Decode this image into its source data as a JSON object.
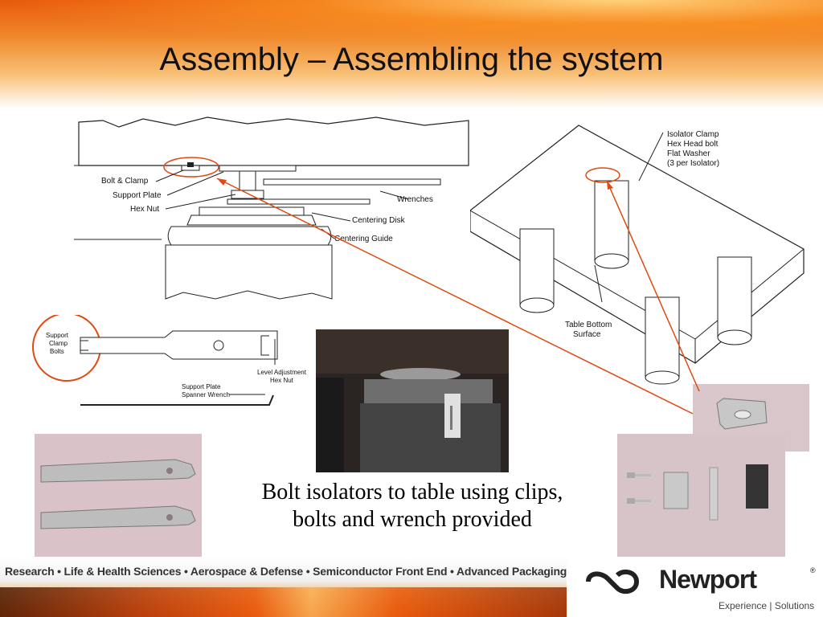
{
  "slide": {
    "title": "Assembly – Assembling the system",
    "caption_line1": "Bolt isolators to table using clips,",
    "caption_line2": "bolts and wrench provided"
  },
  "diagram_side": {
    "labels": {
      "bolt_clamp": "Bolt & Clamp",
      "support_plate": "Support Plate",
      "hex_nut": "Hex Nut",
      "wrenches": "Wrenches",
      "centering_disk": "Centering Disk",
      "centering_guide": "Centering Guide"
    }
  },
  "diagram_table": {
    "labels": {
      "clamp_line1": "Isolator Clamp",
      "clamp_line2": "Hex Head bolt",
      "clamp_line3": "Flat Washer",
      "clamp_line4": "(3 per Isolator)",
      "bottom_line1": "Table Bottom",
      "bottom_line2": "Surface"
    }
  },
  "diagram_wrench": {
    "labels": {
      "support_line1": "Support",
      "support_line2": "Clamp",
      "support_line3": "Bolts",
      "level_line1": "Level Adjustment",
      "level_line2": "Hex Nut",
      "spanner_line1": "Support Plate",
      "spanner_line2": "Spanner Wrench"
    }
  },
  "footer": {
    "tagline": "Research • Life & Health Sciences • Aerospace & Defense • Semiconductor Front End • Advanced Packaging",
    "brand": "Newport",
    "brand_sub": "Experience | Solutions",
    "registered": "®"
  },
  "colors": {
    "accent": "#e8590c",
    "highlight_red": "#e04a10"
  }
}
